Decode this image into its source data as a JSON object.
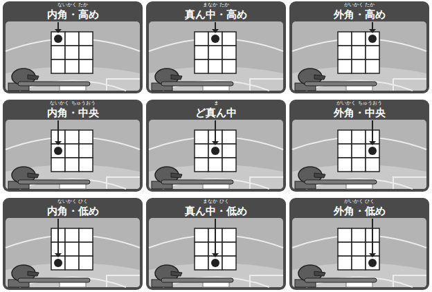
{
  "diagram": {
    "nodes": [
      {
        "text": [
          "ないかく たか",
          "内角・高め"
        ]
      },
      {
        "text": [
          "まなか たか",
          "真ん中・高め"
        ]
      },
      {
        "text": [
          "がいかく たか",
          "外角・高め"
        ]
      },
      {
        "text": [
          "ないかく ちゅうおう",
          "内角・中央"
        ]
      },
      {
        "text": [
          "ま",
          "ど真ん中"
        ]
      },
      {
        "text": [
          "がいかく ちゅうおう",
          "外角・中央"
        ]
      },
      {
        "text": [
          "ないかく ひく",
          "内角・低め"
        ]
      },
      {
        "text": [
          "まなか ひく",
          "真ん中・低め"
        ]
      },
      {
        "text": [
          "がいかく ひく",
          "外角・低め"
        ]
      }
    ]
  }
}
